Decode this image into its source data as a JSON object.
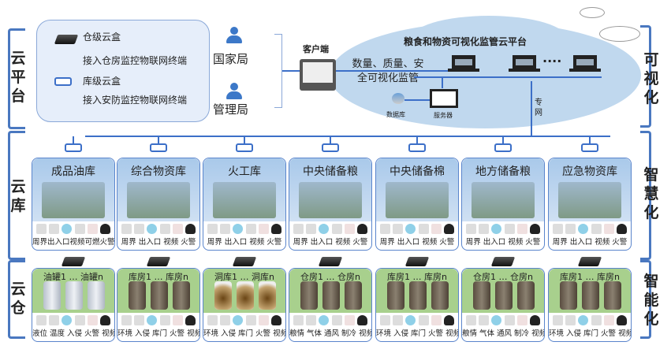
{
  "left_labels": [
    "云平台",
    "云库",
    "云仓"
  ],
  "right_labels": [
    "可视化",
    "智慧化",
    "智能化"
  ],
  "platform_panel": {
    "items": [
      {
        "icon": "cloud-box-icon",
        "title": "仓级云盒",
        "desc": "接入仓房监控物联网终端"
      },
      {
        "icon": "router-icon",
        "title": "库级云盒",
        "desc": "接入安防监控物联网终端"
      }
    ]
  },
  "users": [
    "国家局",
    "管理局"
  ],
  "client": "客户端",
  "cloud": {
    "title": "粮食和物资可视化监管云平台",
    "desc": "数量、质量、安全可视化监管",
    "database": "数据库",
    "server": "服务器",
    "private_net": "专网",
    "dots": "····"
  },
  "ku": [
    {
      "name": "成品油库",
      "labels": "周界出入口视频可燃火警"
    },
    {
      "name": "综合物资库",
      "labels": "周界 出入口 视频 火警"
    },
    {
      "name": "火工库",
      "labels": "周界 出入口 视频 火警"
    },
    {
      "name": "中央储备粮",
      "labels": "周界 出入口 视频 火警"
    },
    {
      "name": "中央储备棉",
      "labels": "周界 出入口 视频 火警"
    },
    {
      "name": "地方储备粮",
      "labels": "周界 出入口 视频 火警"
    },
    {
      "name": "应急物资库",
      "labels": "周界 出入口 视频 火警"
    }
  ],
  "cang": [
    {
      "units": "油罐1 … 油罐n",
      "labels": "液位 温度 入侵 火警 视频",
      "kind": "oil"
    },
    {
      "units": "库房1 … 库房n",
      "labels": "环境 入侵 库门 火警 视频",
      "kind": "house"
    },
    {
      "units": "洞库1 … 洞库n",
      "labels": "环境 入侵 库门 火警 视频",
      "kind": "cave"
    },
    {
      "units": "仓房1 … 仓房n",
      "labels": "粮情 气体 通风 制冷 视频",
      "kind": "house"
    },
    {
      "units": "库房1 … 库房n",
      "labels": "环境 入侵 库门 火警 视频",
      "kind": "house"
    },
    {
      "units": "仓房1 … 仓房n",
      "labels": "粮情 气体 通风 制冷 视频",
      "kind": "house"
    },
    {
      "units": "库房1 … 库房n",
      "labels": "环境 入侵 库门 火警 视频",
      "kind": "house"
    }
  ],
  "colors": {
    "accent": "#3c6fc8",
    "cloud": "#c0d8ee",
    "cang_bg": "#a8d08d",
    "ku_bg": "#a9c9ea"
  }
}
